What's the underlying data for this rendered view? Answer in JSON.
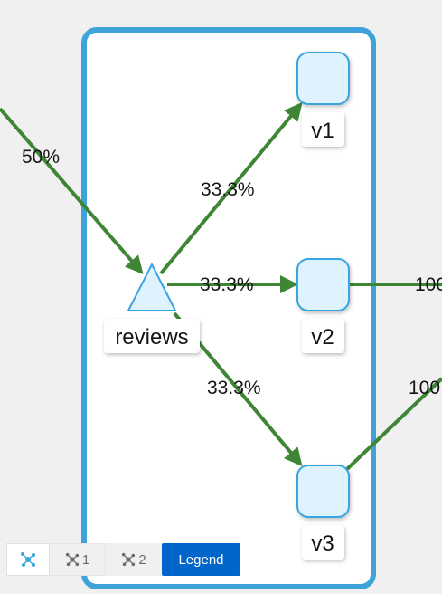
{
  "graph": {
    "app_label": "reviews",
    "versions": [
      {
        "id": "v1",
        "label": "v1"
      },
      {
        "id": "v2",
        "label": "v2"
      },
      {
        "id": "v3",
        "label": "v3"
      }
    ],
    "edges": {
      "incoming": "50%",
      "to_v1": "33.3%",
      "to_v2": "33.3%",
      "to_v3": "33.3%",
      "v2_out": "100",
      "v3_out": "100"
    },
    "colors": {
      "edge": "#3e8635",
      "box_border": "#3fa2db",
      "node_fill": "#def3ff",
      "node_border": "#39a5dc",
      "legend_button": "#0066cc",
      "active_icon": "#39a5dc"
    }
  },
  "toolbar": {
    "layout_default_icon": "topology-icon",
    "layout_1_label": "1",
    "layout_2_label": "2",
    "legend_label": "Legend"
  }
}
